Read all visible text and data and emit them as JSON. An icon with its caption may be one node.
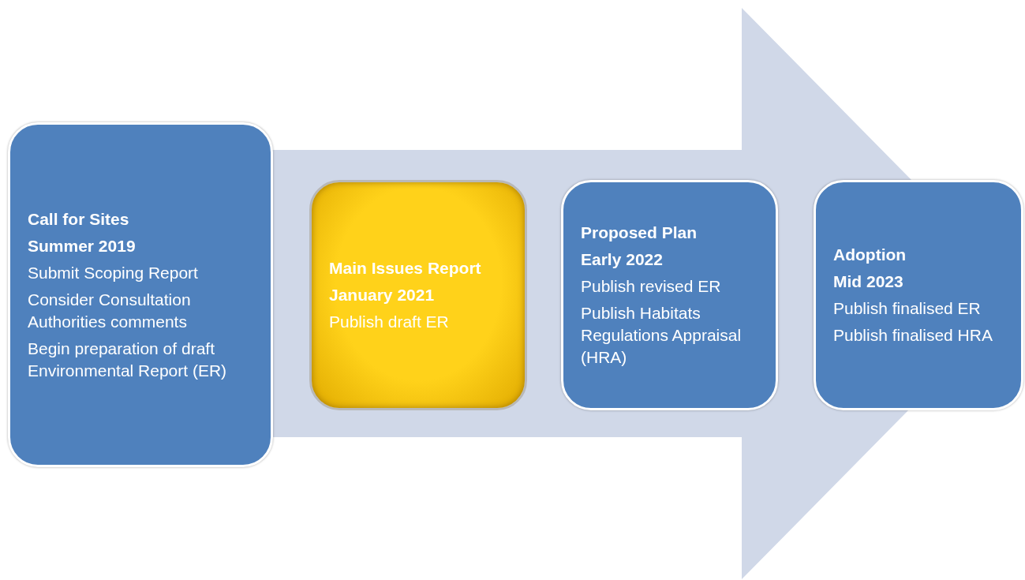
{
  "diagram": {
    "nodes": [
      {
        "text": [
          "Call for Sites",
          "Summer 2019",
          "Submit Scoping Report",
          "Consider Consultation Authorities comments",
          "Begin preparation of draft Environmental Report (ER)"
        ]
      },
      {
        "text": [
          "Main Issues Report",
          "January 2021",
          "Publish draft ER"
        ]
      },
      {
        "text": [
          "Proposed Plan",
          "Early 2022",
          "Publish revised ER",
          "Publish Habitats Regulations Appraisal (HRA)"
        ]
      },
      {
        "text": [
          "Adoption",
          "Mid 2023",
          "Publish finalised ER",
          "Publish finalised HRA"
        ]
      }
    ],
    "edges": [
      {
        "from": 0,
        "to": 3,
        "arrow": "to",
        "style": "thick"
      }
    ]
  }
}
